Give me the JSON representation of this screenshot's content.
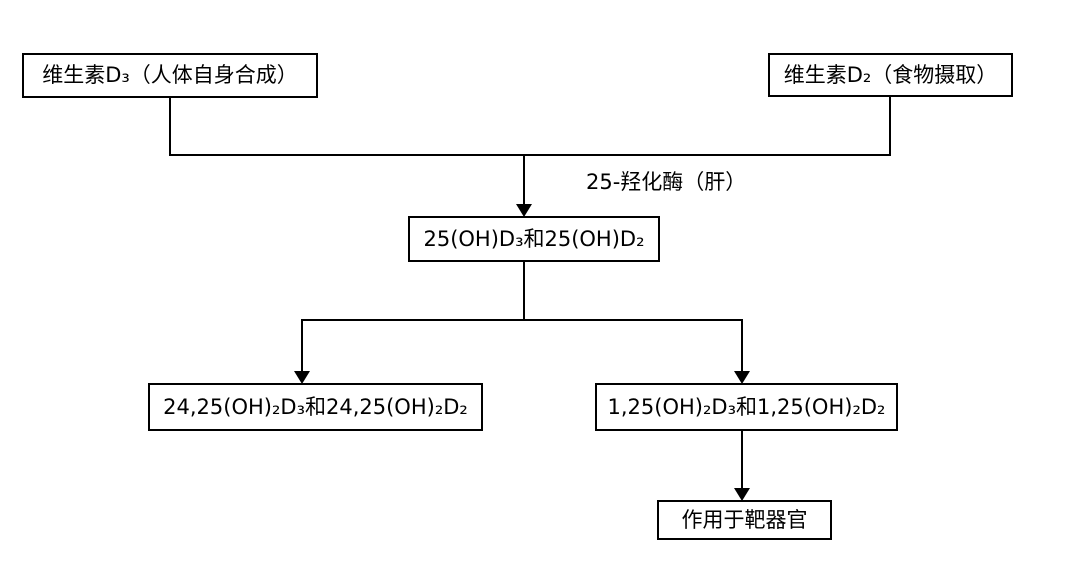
{
  "diagram": {
    "type": "flowchart",
    "background_color": "#ffffff",
    "line_color": "#000000",
    "text_color": "#000000",
    "nodes": {
      "vitamin_d3": {
        "label": "维生素D₃（人体自身合成）"
      },
      "vitamin_d2": {
        "label": "维生素D₂（食物摄取）"
      },
      "oh25": {
        "label": "25(OH)D₃和25(OH)D₂"
      },
      "oh2425": {
        "label": "24,25(OH)₂D₃和24,25(OH)₂D₂"
      },
      "oh125": {
        "label": "1,25(OH)₂D₃和1,25(OH)₂D₂"
      },
      "target_organ": {
        "label": "作用于靶器官"
      }
    },
    "edge_labels": {
      "hydroxylase_liver": "25-羟化酶（肝）"
    },
    "edges": [
      {
        "from": "vitamin_d3",
        "to": "oh25",
        "label": "25-羟化酶（肝）"
      },
      {
        "from": "vitamin_d2",
        "to": "oh25",
        "label": "25-羟化酶（肝）"
      },
      {
        "from": "oh25",
        "to": "oh2425",
        "label": ""
      },
      {
        "from": "oh25",
        "to": "oh125",
        "label": ""
      },
      {
        "from": "oh125",
        "to": "target_organ",
        "label": ""
      }
    ]
  }
}
